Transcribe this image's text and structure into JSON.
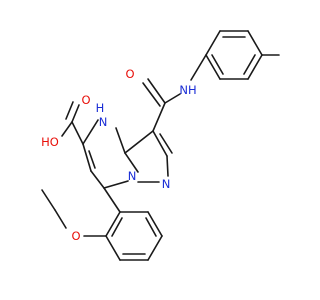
{
  "molecule": {
    "atoms": {
      "carbonyl_o": "O",
      "amide_nh": "NH",
      "ring_nh": "H",
      "ring_n_lower": "N",
      "ring_n_pyrazole_bridge": "N",
      "ring_n_pyrazole": "N",
      "acid_o": "O",
      "acid_oh": "HO",
      "ether_o": "O"
    },
    "colors": {
      "bond": "#1a1a1a",
      "oxygen": "#e8100a",
      "nitrogen": "#1a2dd6"
    }
  }
}
